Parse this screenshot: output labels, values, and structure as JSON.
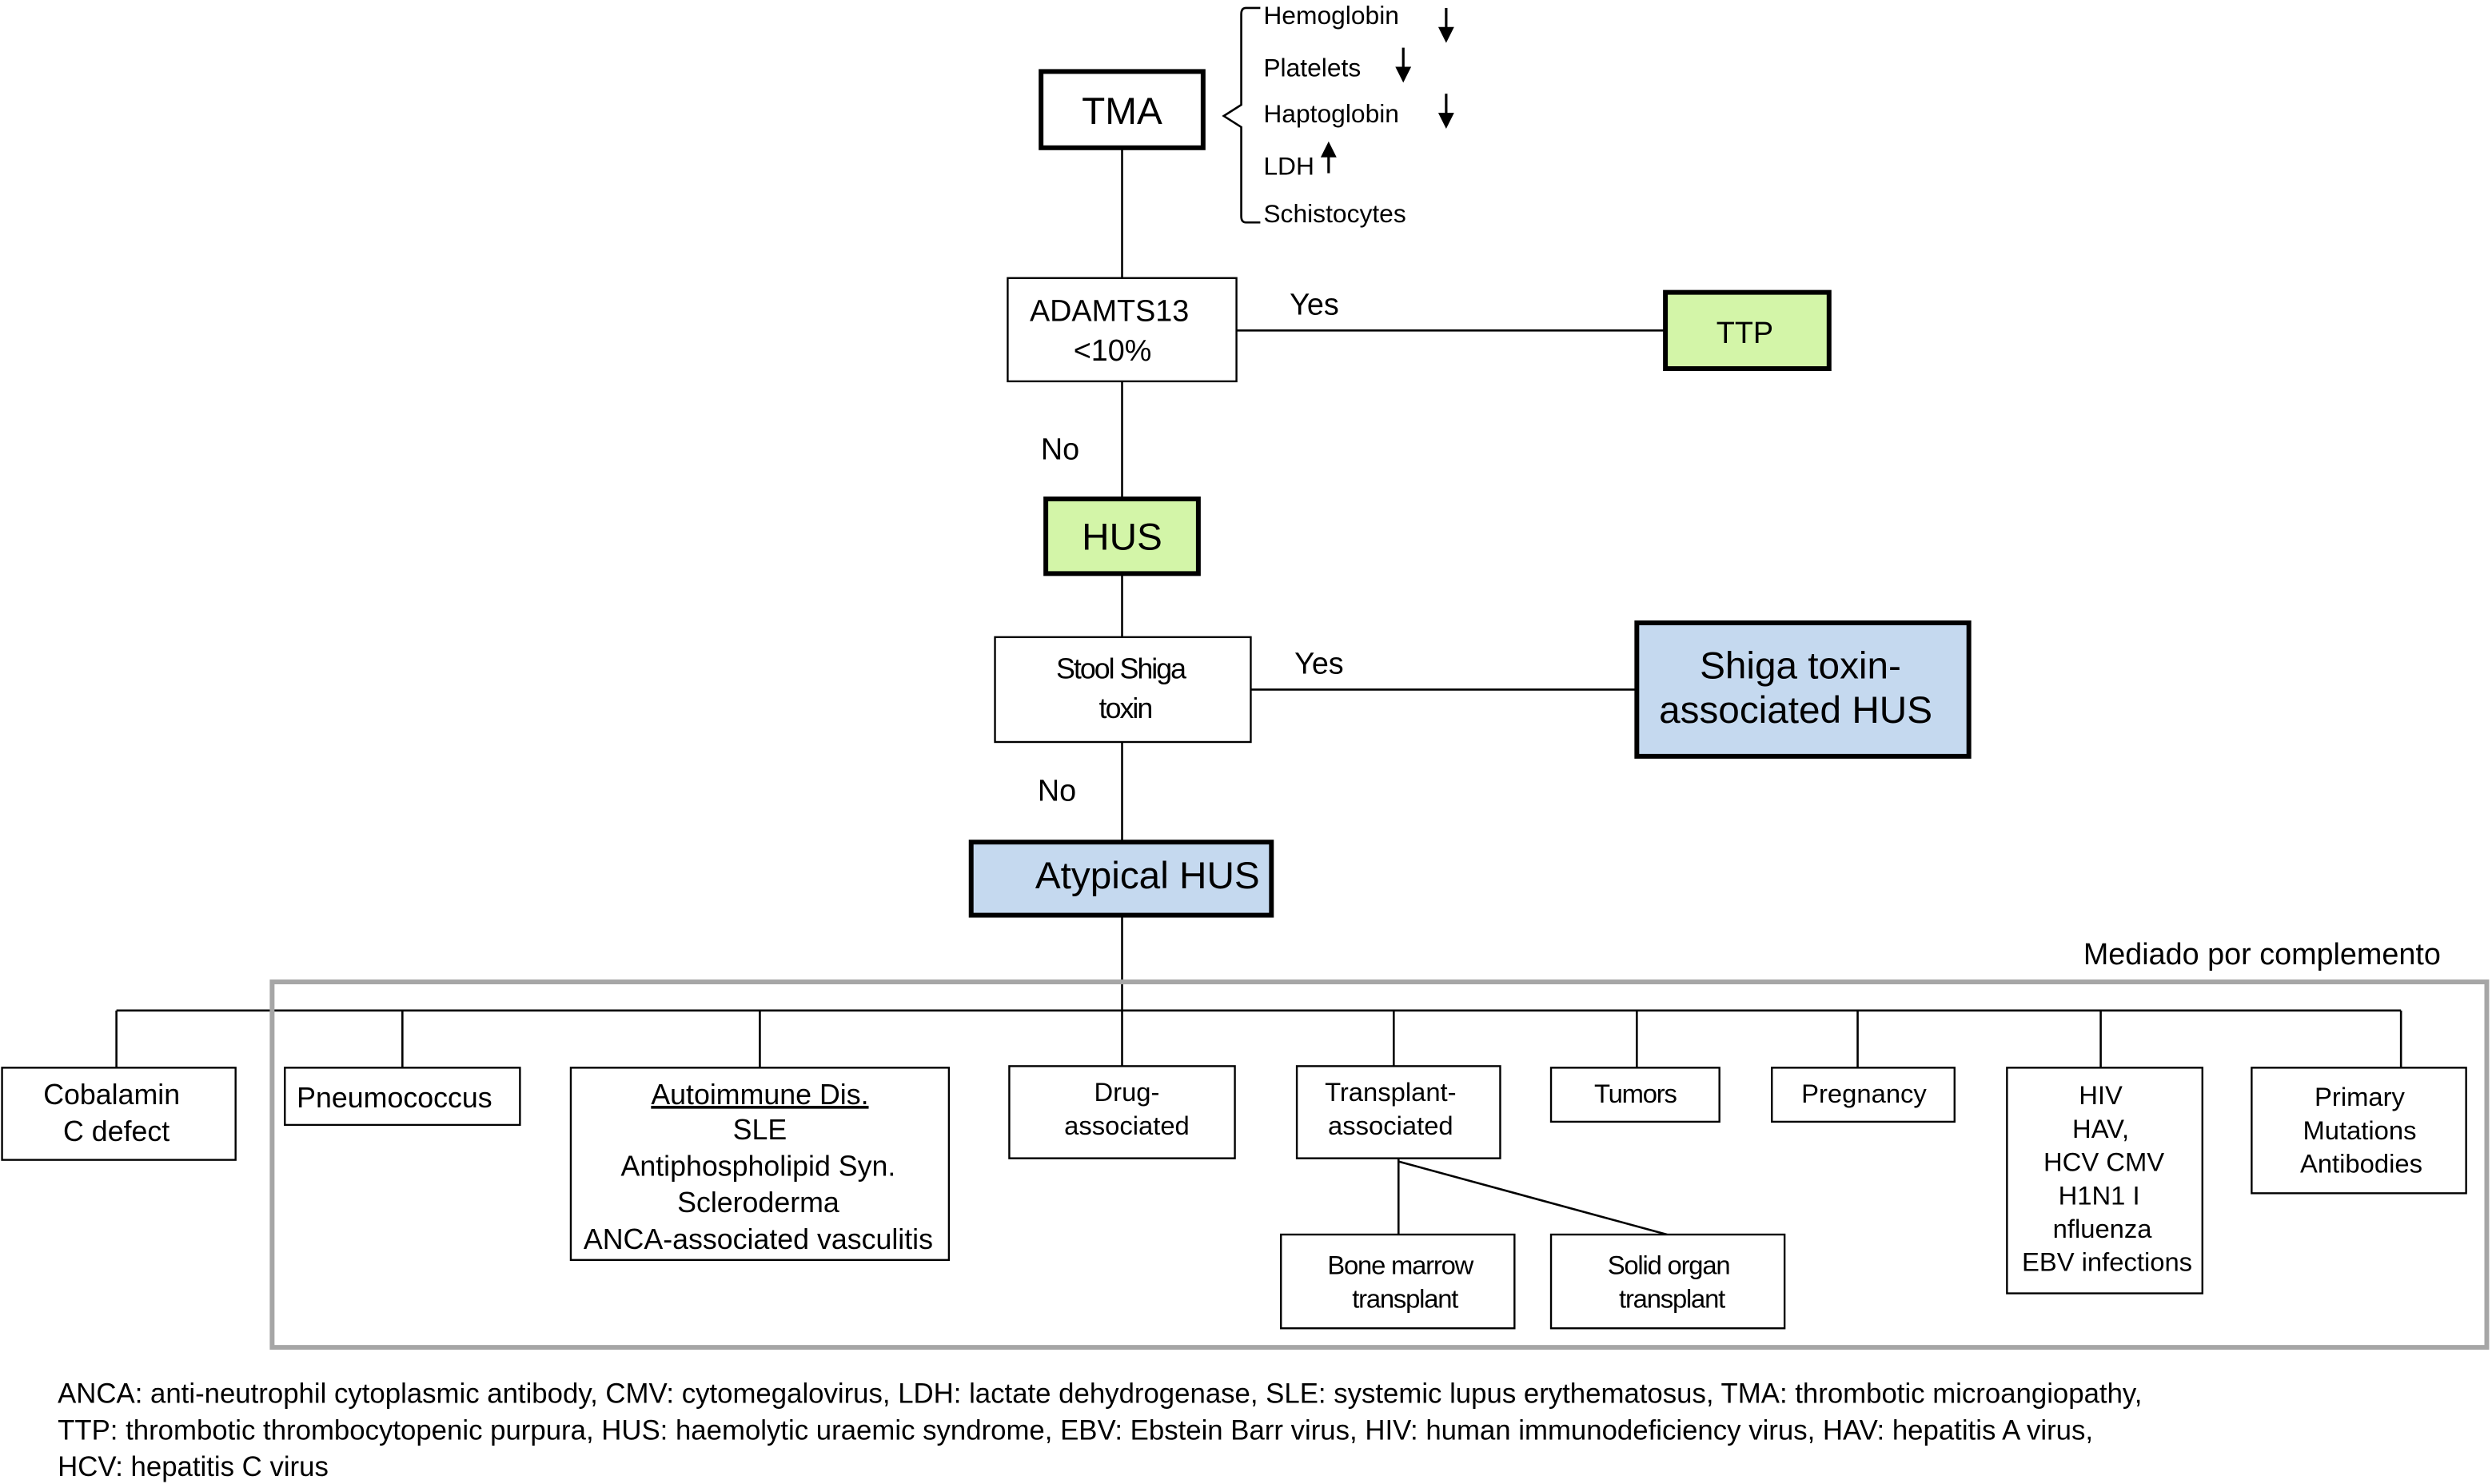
{
  "tma": {
    "label": "TMA"
  },
  "findings": [
    {
      "label": "Hemoglobin",
      "icon": "down-arrow-icon"
    },
    {
      "label": "Platelets",
      "icon": "down-arrow-icon"
    },
    {
      "label": "Haptoglobin",
      "icon": "down-arrow-icon"
    },
    {
      "label": "LDH",
      "icon": "up-arrow-icon"
    },
    {
      "label": "Schistocytes"
    }
  ],
  "adamts13": {
    "lines": [
      "ADAMTS13",
      "<10%"
    ]
  },
  "ttp": {
    "label": "TTP"
  },
  "hus": {
    "label": "HUS"
  },
  "stool": {
    "lines": [
      "Stool Shiga",
      "toxin"
    ]
  },
  "stec_hus": {
    "lines": [
      "Shiga toxin-",
      "associated HUS"
    ]
  },
  "atypical": {
    "label": "Atypical HUS"
  },
  "edges": {
    "yes_ttp": "Yes",
    "no_hus": "No",
    "yes_stec": "Yes",
    "no_atypical": "No"
  },
  "complement_group": {
    "label": "Mediado por complemento"
  },
  "causes": {
    "cobalamin": [
      "Cobalamin",
      "C defect"
    ],
    "pneumococcus": [
      "Pneumococcus"
    ],
    "autoimmune": {
      "heading": "Autoimmune Dis.",
      "items": [
        "SLE",
        "Antiphospholipid Syn.",
        "Scleroderma",
        "ANCA-associated vasculitis"
      ]
    },
    "drug": [
      "Drug-",
      "associated"
    ],
    "transplant": [
      "Transplant-",
      "associated"
    ],
    "bone_marrow": [
      "Bone marrow",
      "transplant"
    ],
    "solid_organ": [
      "Solid organ",
      "transplant"
    ],
    "tumors": [
      "Tumors"
    ],
    "pregnancy": [
      "Pregnancy"
    ],
    "infections": [
      "HIV",
      "HAV,",
      "HCV CMV",
      "H1N1 I",
      "nfluenza",
      "EBV infections"
    ],
    "primary": [
      "Primary",
      "Mutations",
      "Antibodies"
    ]
  },
  "footnote": [
    "ANCA: anti-neutrophil cytoplasmic antibody, CMV: cytomegalovirus, LDH: lactate dehydrogenase, SLE: systemic lupus erythematosus, TMA: thrombotic microangiopathy,",
    "TTP: thrombotic thrombocytopenic purpura, HUS: haemolytic uraemic syndrome, EBV: Ebstein Barr virus, HIV: human immunodeficiency virus, HAV: hepatitis A virus,",
    "HCV: hepatitis C virus"
  ],
  "colors": {
    "green": "#d3f5a8",
    "blue": "#c5d9ef",
    "group_border": "#a6a6a6",
    "group_label": "#a0a0a0"
  }
}
